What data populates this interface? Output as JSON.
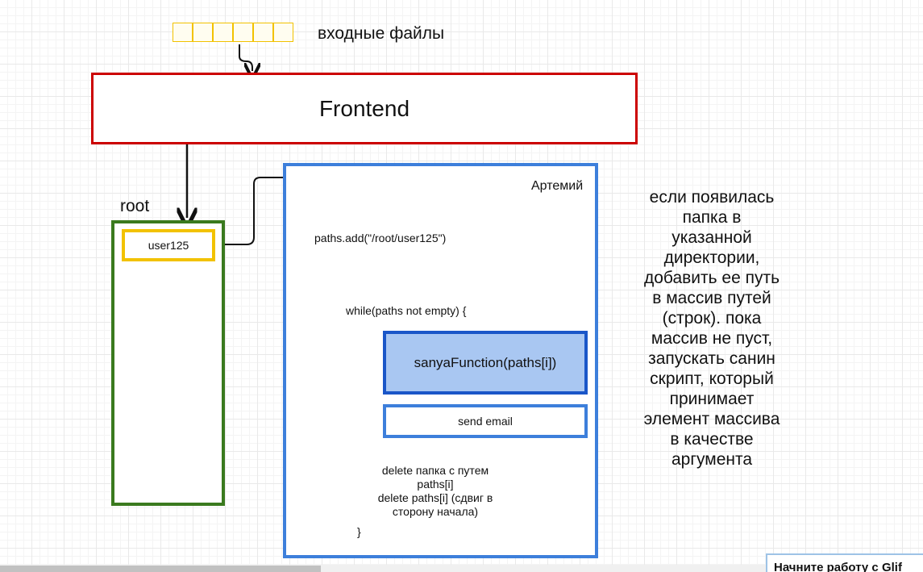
{
  "diagram": {
    "input_files_label": "входные файлы",
    "input_cells_count": 6,
    "frontend_label": "Frontend",
    "root_label": "root",
    "user_label": "user125",
    "artem_label": "Артемий",
    "paths_add": "paths.add(\"/root/user125\")",
    "while_text": "while(paths not empty) {",
    "sanya_label": "sanyaFunction(paths[i])",
    "send_email_label": "send email",
    "delete_lines": [
      "delete папка с путем",
      "paths[i]",
      "delete paths[i] (сдвиг в",
      "сторону начала)"
    ],
    "closing_brace": "}",
    "note_lines": [
      "если появилась",
      "папка в",
      "указанной",
      "директории,",
      "добавить ее путь",
      "в массив путей",
      "(строк). пока",
      "массив не пуст,",
      "запускать санин",
      "скрипт, который",
      "принимает",
      "элемент массива",
      "в качестве",
      "аргумента"
    ]
  },
  "help_banner": {
    "text": "Начните работу с Glif"
  },
  "colors": {
    "frontend_border": "#cc0000",
    "root_border": "#3a7a1e",
    "user_border": "#f2c200",
    "artem_border": "#3d7fdb",
    "sanya_fill": "#a9c7f2",
    "sanya_border": "#1a56c8"
  }
}
